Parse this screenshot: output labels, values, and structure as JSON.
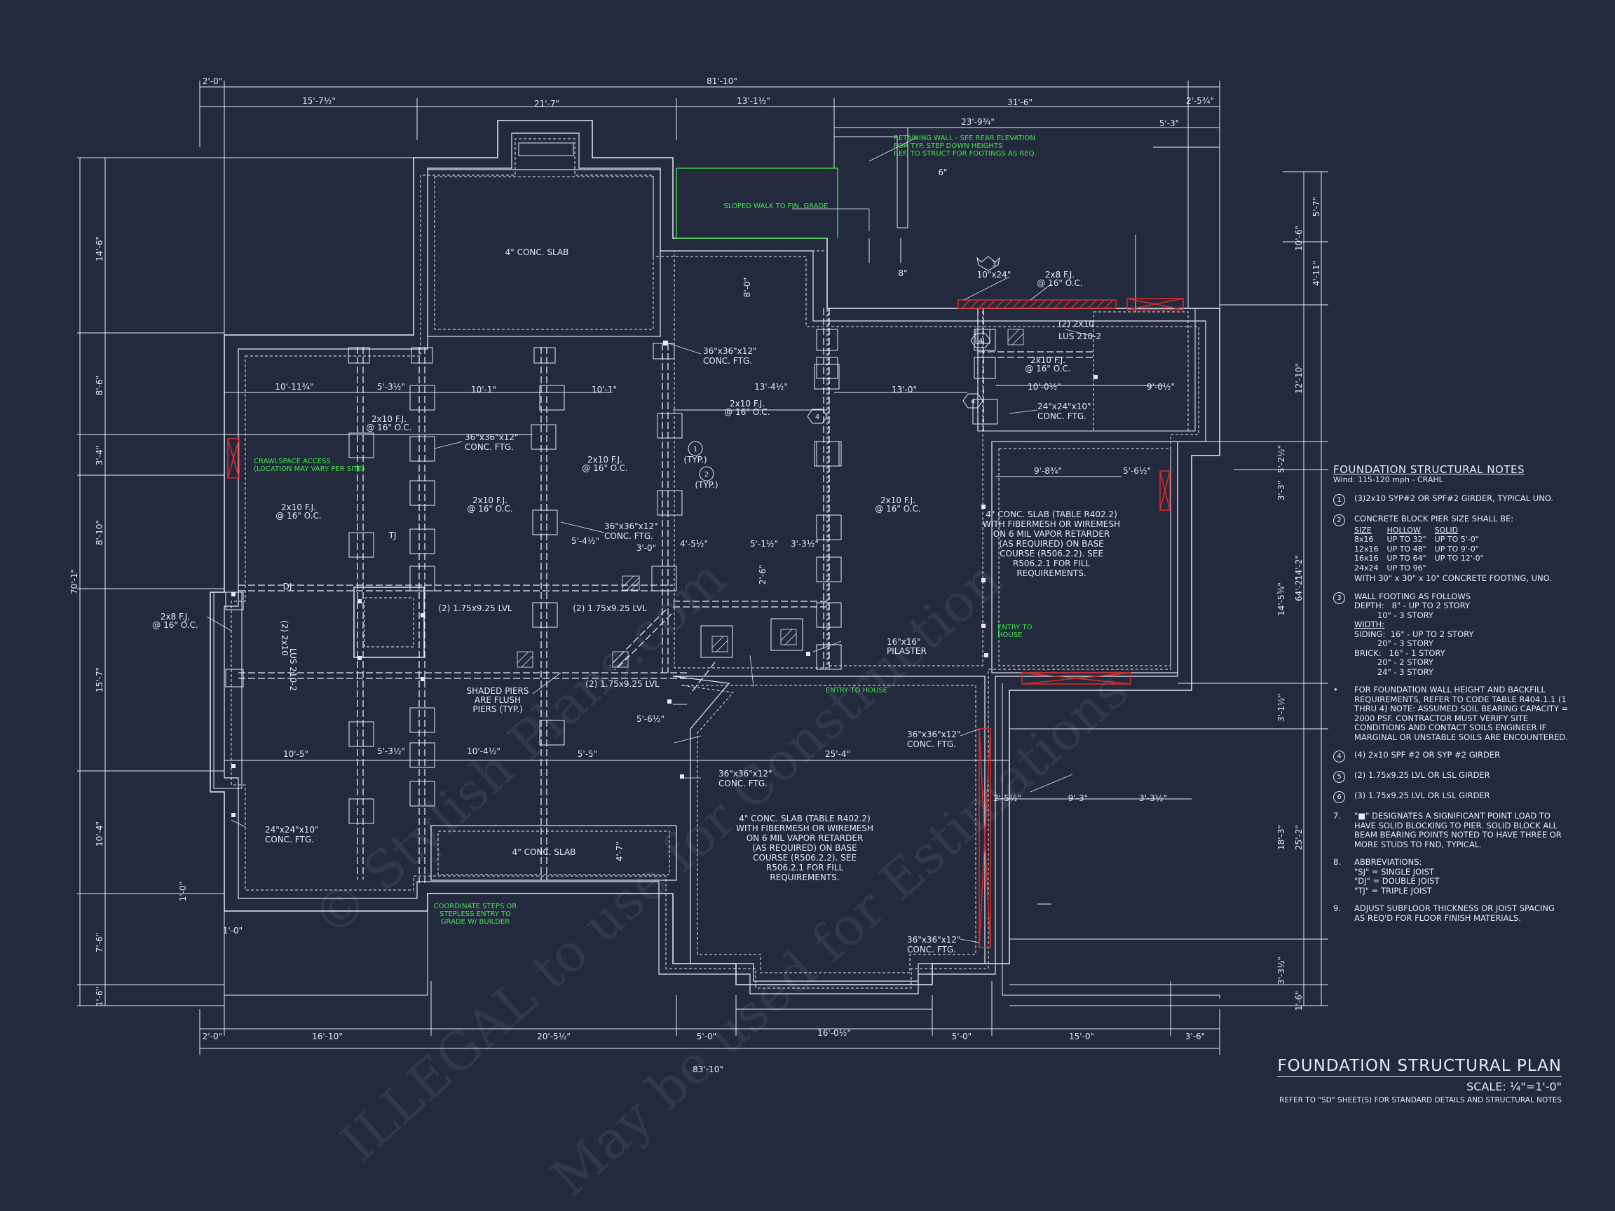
{
  "colors": {
    "background": "#232a3d",
    "line": "#e6e9f2",
    "annotation_green": "#3ee84a",
    "header_red": "#e02a2a"
  },
  "dims": {
    "top_overall": "81'-10\"",
    "top_left_2": "2'-0\"",
    "top_15_7": "15'-7½\"",
    "top_21_7": "21'-7\"",
    "top_13_1": "13'-1½\"",
    "top_23_9": "23'-9¾\"",
    "top_31_6": "31'-6\"",
    "top_2_5": "2'-5¾\"",
    "top_5_3": "5'-3\"",
    "bottom_overall": "83'-10\"",
    "bottom_2_0": "2'-0\"",
    "bottom_16_10": "16'-10\"",
    "bottom_20_5": "20'-5½\"",
    "bottom_5_0a": "5'-0\"",
    "bottom_16_0": "16'-0½\"",
    "bottom_5_0b": "5'-0\"",
    "bottom_15_0": "15'-0\"",
    "bottom_3_6": "3'-6\"",
    "left_70_1": "70'-1\"",
    "left_14_6": "14'-6\"",
    "left_8_6": "8'-6\"",
    "left_3_4": "3'-4\"",
    "left_8_10": "8'-10\"",
    "left_15_7": "15'-7\"",
    "left_10_4": "10'-4\"",
    "left_7_6": "7'-6\"",
    "left_1_6": "1'-6\"",
    "right_64_2": "64'-2\"",
    "right_5_7": "5'-7\"",
    "right_4_11": "4'-11\"",
    "right_10_6": "10'-6\"",
    "right_12_10": "12'-10\"",
    "right_5_2": "5'-2½\"",
    "right_3_3": "3'-3\"",
    "right_14_5": "14'-5¾\"",
    "right_14_2": "14'-2\"",
    "right_3_1": "3'-1½\"",
    "right_18_3": "18'-3\"",
    "right_25_2": "25'-2\"",
    "right_3_3b": "3'-3½\"",
    "right_1_6": "1'-6\"",
    "d_10_11": "10'-11¾\"",
    "d_5_3": "5'-3½\"",
    "d_10_1": "10'-1\"",
    "d_10_1b": "10'-1\"",
    "d_13_4": "13'-4½\"",
    "d_13_0": "13'-0\"",
    "d_10_0": "10'-0½\"",
    "d_9_0": "9'-0½\"",
    "d_9_8": "9'-8¾\"",
    "d_5_6": "5'-6½\"",
    "d_10_5": "10'-5\"",
    "d_5_3b": "5'-3½\"",
    "d_5_5": "5'-5\"",
    "d_10_4": "10'-4½\"",
    "d_25_4": "25'-4\"",
    "d_5_6b": "5'-6½\"",
    "d_4_5": "4'-5½\"",
    "d_5_1": "5'-1½\"",
    "d_3_3": "3'-3½\"",
    "d_3_0": "3'-0\"",
    "d_5_4": "5'-4½\"",
    "d_2_5": "2'-5½\"",
    "d_9_3": "9'-3\"",
    "d_3_3c": "3'-3½\"",
    "d_8_0": "8'-0\"",
    "d_8": "8\"",
    "d_6": "6\"",
    "d_1_0": "1'-0\"",
    "d_1_0b": "1'-0\"",
    "d_2_6": "2'-6\"",
    "d_4_7": "4'-7\""
  },
  "plan": {
    "slab_top": "4\" CONC. SLAB",
    "slab_bottom": "4\" CONC. SLAB",
    "slab_right_lines": [
      "4\" CONC. SLAB (TABLE R402.2)",
      "WITH FIBERMESH OR WIREMESH",
      "ON 6 MIL VAPOR RETARDER",
      "(AS REQUIRED) ON BASE",
      "COURSE (R506.2.2). SEE",
      "R506.2.1 FOR FILL",
      "REQUIREMENTS."
    ],
    "slab_center_lines": [
      "4\" CONC. SLAB (TABLE R402.2)",
      "WITH FIBERMESH OR WIREMESH",
      "ON 6 MIL VAPOR RETARDER",
      "(AS REQUIRED) ON BASE",
      "COURSE (R506.2.2). SEE",
      "R506.2.1 FOR FILL",
      "REQUIREMENTS."
    ],
    "retaining_wall": [
      "RETAINING WALL - SEE REAR ELEVATION",
      "FOR TYP. STEP DOWN HEIGHTS",
      "REF. TO STRUCT FOR FOOTINGS AS REQ."
    ],
    "sloped_walk": "SLOPED WALK TO FIN. GRADE",
    "crawlspace_access": [
      "CRAWLSPACE ACCESS",
      "(LOCATION MAY VARY PER SITE)"
    ],
    "coordinate_steps": [
      "COORDINATE STEPS OR",
      "STEPLESS ENTRY TO",
      "GRADE W/ BUILDER"
    ],
    "entry_to_house_1": "ENTRY TO HOUSE",
    "entry_to_house_2": [
      "ENTRY TO",
      "HOUSE"
    ],
    "ftg_36_a": [
      "36\"x36\"x12\"",
      "CONC. FTG."
    ],
    "ftg_36_b": [
      "36\"x36\"x12\"",
      "CONC. FTG."
    ],
    "ftg_36_c": [
      "36\"x36\"x12\"",
      "CONC. FTG."
    ],
    "ftg_36_d": [
      "36\"x36\"x12\"",
      "CONC. FTG."
    ],
    "ftg_36_e": [
      "36\"x36\"x12\"",
      "CONC. FTG."
    ],
    "ftg_36_f": [
      "36\"x36\"x12\"",
      "CONC. FTG."
    ],
    "ftg_24_a": [
      "24\"x24\"x10\"",
      "CONC. FTG."
    ],
    "ftg_24_b": [
      "24\"x24\"x10\"",
      "CONC. FTG."
    ],
    "fj_1": [
      "2x10 F.J.",
      "@ 16\" O.C."
    ],
    "fj_2": [
      "2x10 F.J.",
      "@ 16\" O.C."
    ],
    "fj_3": [
      "2x10 F.J.",
      "@ 16\" O.C."
    ],
    "fj_4": [
      "2x10 F.J.",
      "@ 16\" O.C."
    ],
    "fj_5": [
      "2x10 F.J.",
      "@ 16\" O.C."
    ],
    "fj_6": [
      "2x10 F.J.",
      "@ 16\" O.C."
    ],
    "fj_7": [
      "2x10 F.J.",
      "@ 16\" O.C."
    ],
    "fj_8": [
      "2x8 F.J.",
      "@ 16\" O.C."
    ],
    "fj_9": [
      "2x8 F.J.",
      "@ 16\" O.C."
    ],
    "lvl_1": "(2) 1.75x9.25 LVL",
    "lvl_2": "(2) 1.75x9.25 LVL",
    "lvl_3": "(2) 1.75x9.25 LVL",
    "lus_right": [
      "(2) 2x10",
      "LUS 210-2"
    ],
    "lus_left": [
      "(2) 2x10",
      "LUS 210-2"
    ],
    "shaded_piers": [
      "SHADED PIERS",
      "ARE FLUSH",
      "PIERS (TYP.)"
    ],
    "pilaster": [
      "16\"x16\"",
      "PILASTER"
    ],
    "header_10x24": "10\"x24\"",
    "typ1": "(TYP.)",
    "typ2": "(TYP.)",
    "dj": "DJ",
    "tj": "TJ"
  },
  "tags": {
    "t1": "1",
    "t2": "2",
    "t3": "3",
    "t4a": "4",
    "t4b": "4",
    "t4c": "4"
  },
  "notes": {
    "heading": "FOUNDATION STRUCTURAL NOTES",
    "wind": "Wind: 115-120 mph - CRAHL",
    "n1": "(3)2x10 SYP#2 OR SPF#2 GIRDER, TYPICAL UNO.",
    "n2": "CONCRETE BLOCK PIER SIZE SHALL BE:",
    "pier_table": {
      "headers": [
        "SIZE",
        "HOLLOW",
        "SOLID"
      ],
      "rows": [
        [
          "8x16",
          "UP TO 32\"",
          "UP TO 5'-0\""
        ],
        [
          "12x16",
          "UP TO 48\"",
          "UP TO 9'-0\""
        ],
        [
          "16x16",
          "UP TO 64\"",
          "UP TO 12'-0\""
        ],
        [
          "24x24",
          "UP TO 96\"",
          ""
        ]
      ]
    },
    "n2_foot": "WITH 30\" x 30\" x 10\" CONCRETE FOOTING, UNO.",
    "n3": "WALL FOOTING AS FOLLOWS",
    "n3_lines": [
      "DEPTH:   8\" - UP TO 2 STORY",
      "         10\" - 3 STORY",
      "WIDTH:",
      "SIDING:  16\" - UP TO 2 STORY",
      "         20\" - 3 STORY",
      "BRICK:   16\" - 1 STORY",
      "         20\" - 2 STORY",
      "         24\" - 3 STORY"
    ],
    "n_bullet": [
      "FOR FOUNDATION WALL HEIGHT AND BACKFILL",
      "REQUIREMENTS, REFER TO CODE TABLE R404.1.1 (1",
      "THRU 4) NOTE: ASSUMED SOIL BEARING CAPACITY =",
      "2000 PSF. CONTRACTOR MUST VERIFY SITE",
      "CONDITIONS AND CONTACT SOILS ENGINEER IF",
      "MARGINAL OR UNSTABLE SOILS ARE ENCOUNTERED."
    ],
    "n4": "(4) 2x10 SPF #2 OR SYP #2 GIRDER",
    "n5": "(2) 1.75x9.25 LVL OR LSL GIRDER",
    "n6": "(3) 1.75x9.25 LVL OR LSL GIRDER",
    "n7": [
      "\"■\" DESIGNATES A SIGNIFICANT POINT LOAD TO",
      "HAVE SOLID BLOCKING TO PIER. SOLID BLOCK ALL",
      "BEAM BEARING POINTS NOTED TO HAVE THREE OR",
      "MORE STUDS TO FND, TYPICAL."
    ],
    "n8": "ABBREVIATIONS:",
    "n8_lines": [
      "\"SJ\" = SINGLE JOIST",
      "\"DJ\" = DOUBLE JOIST",
      "\"TJ\" = TRIPLE JOIST"
    ],
    "n9": [
      "ADJUST SUBFLOOR THICKNESS OR JOIST SPACING",
      "AS REQ'D FOR FLOOR FINISH MATERIALS."
    ]
  },
  "title": {
    "main": "FOUNDATION STRUCTURAL PLAN",
    "scale": "SCALE: ¼\"=1'-0\"",
    "ref": "REFER TO \"SD\" SHEET(S) FOR STANDARD DETAILS AND STRUCTURAL NOTES"
  },
  "watermarks": [
    "ILLEGAL to use for Construction",
    "May be used for Estimations",
    "© Stylish Plans.com"
  ]
}
